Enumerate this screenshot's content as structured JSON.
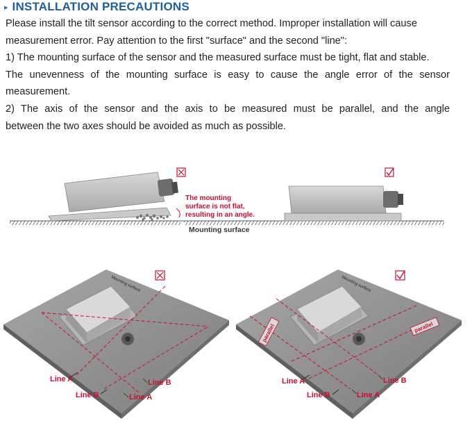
{
  "heading": {
    "bullet": "▸",
    "title": "INSTALLATION PRECAUTIONS"
  },
  "intro": {
    "line1": "Please install the tilt sensor according to the correct method. Improper installation will cause",
    "line2": "measurement error. Pay attention to the first \"surface\" and the second \"line\":"
  },
  "point1": {
    "line1": "1) The mounting surface of the sensor and the measured surface must be tight, flat and stable.",
    "line2": "The unevenness of the mounting surface is easy to cause the angle error of the sensor",
    "line3": "measurement."
  },
  "point2": {
    "line1": "2) The axis of the sensor and the axis to be measured must be parallel, and the angle",
    "line2": "between the two axes should be avoided as much as possible."
  },
  "diagram_top": {
    "warning_line1": "The mounting",
    "warning_line2": "surface is not flat,",
    "warning_line3": "resulting in an angle.",
    "surface_label": "Mounting surface",
    "wrong_mark": "☒",
    "right_mark": "☑"
  },
  "diagram_bottom_left": {
    "surface_text": "Mounting surface",
    "line_a": "Line A",
    "line_b_top": "Line B",
    "line_b": "Line B",
    "line_a_bottom": "Line A",
    "mark": "☒"
  },
  "diagram_bottom_right": {
    "surface_text": "Mounting surface",
    "parallel_left": "parallel",
    "parallel_right": "parallel",
    "line_a": "Line A",
    "line_b_top": "Line B",
    "line_b": "Line B",
    "line_a_bottom": "Line A",
    "mark": "☑"
  },
  "colors": {
    "heading": "#1f5fa0",
    "warning": "#c8102e",
    "surface": "#8a8a8a",
    "device": "#b9b9b9"
  }
}
